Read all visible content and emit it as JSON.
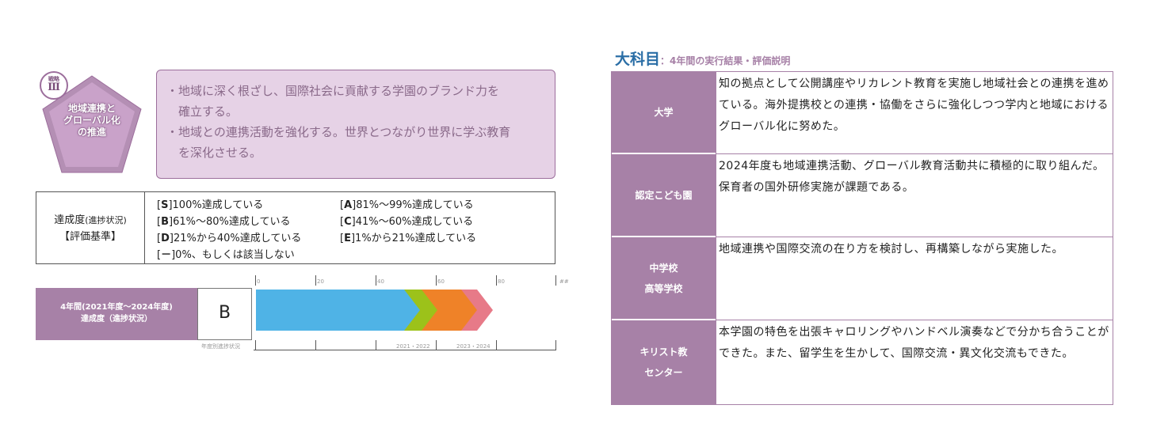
{
  "strategy_badge": {
    "kind": "戦略",
    "number": "Ⅲ",
    "title_lines": [
      "地域連携と",
      "グローバル化",
      "の推進"
    ]
  },
  "goals": {
    "lines": [
      "・地域に深く根ざし、国際社会に貢献する学園のブランド力を",
      "　確立する。",
      "・地域との連携活動を強化する。世界とつながり世界に学ぶ教育",
      "　を深化させる。"
    ]
  },
  "criteria": {
    "head_line1": "達成度",
    "head_line1_small": "(進捗状況)",
    "head_line2": "【評価基準】",
    "items": [
      {
        "grade": "S",
        "text": "100%達成している"
      },
      {
        "grade": "A",
        "text": "81%～99%達成している"
      },
      {
        "grade": "B",
        "text": "61%～80%達成している"
      },
      {
        "grade": "C",
        "text": "41%～60%達成している"
      },
      {
        "grade": "D",
        "text": "21%から40%達成している"
      },
      {
        "grade": "E",
        "text": "1%から21%達成している"
      },
      {
        "grade": "－",
        "text": "0%、もしくは該当しない"
      }
    ]
  },
  "progress": {
    "label_line1": "4年間(2021年度～2024年度)",
    "label_line2": "達成度（進捗状況）",
    "grade": "B",
    "yearly_caption": "年度別進捗状況",
    "scale_labels": [
      "0",
      "20",
      "40",
      "60",
      "80",
      "##"
    ],
    "year_labels": [
      "2021・2022",
      "2023・2024"
    ],
    "colors": {
      "blue": "#4fb3e6",
      "green": "#9cc21a",
      "orange": "#ef8228",
      "pink": "#e77a88"
    }
  },
  "results_table": {
    "title": "大科目",
    "subtitle": "：4年間の実行結果・評価説明",
    "rows": [
      {
        "head": [
          "大学"
        ],
        "body": "知の拠点として公開講座やリカレント教育を実施し地域社会との連携を進めている。海外提携校との連携・協働をさらに強化しつつ学内と地域におけるグローバル化に努めた。"
      },
      {
        "head": [
          "認定こども園"
        ],
        "body": "2024年度も地域連携活動、グローバル教育活動共に積極的に取り組んだ。保育者の国外研修実施が課題である。"
      },
      {
        "head": [
          "中学校",
          "高等学校"
        ],
        "body": "地域連携や国際交流の在り方を検討し、再構築しながら実施した。"
      },
      {
        "head": [
          "キリスト教",
          "センター"
        ],
        "body": "本学園の特色を出張キャロリングやハンドベル演奏などで分かち合うことができた。また、留学生を生かして、国際交流・異文化交流もできた。"
      }
    ]
  }
}
